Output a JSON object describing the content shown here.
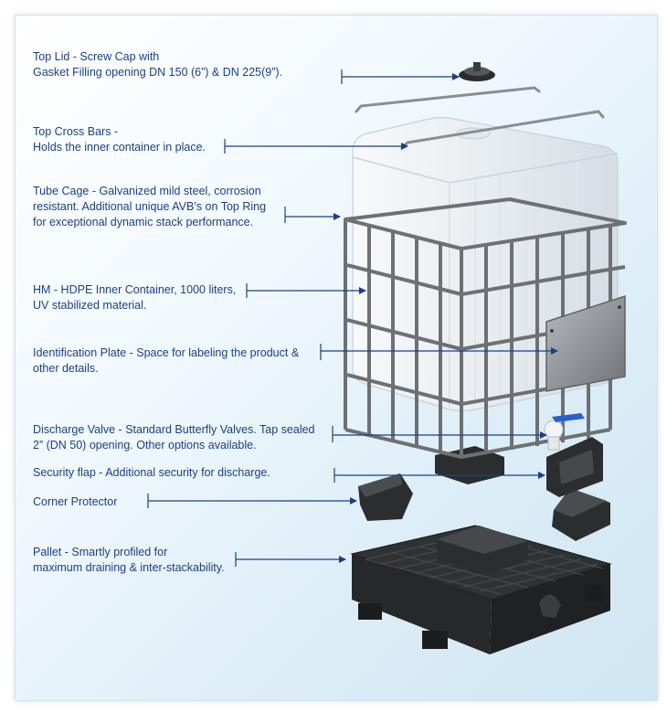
{
  "callouts": [
    {
      "id": "top-lid",
      "lines": [
        "Top Lid - Screw Cap with",
        "Gasket Filling opening DN 150 (6”) & DN 225(9”)."
      ]
    },
    {
      "id": "top-cross-bars",
      "lines": [
        "Top Cross Bars -",
        "Holds the inner container in place."
      ]
    },
    {
      "id": "tube-cage",
      "lines": [
        "Tube Cage - Galvanized mild steel, corrosion",
        "resistant. Additional unique AVB’s on Top Ring",
        "for exceptional dynamic stack performance."
      ]
    },
    {
      "id": "inner-container",
      "lines": [
        "HM - HDPE Inner Container, 1000 liters,",
        "UV stabilized material."
      ]
    },
    {
      "id": "identification-plate",
      "lines": [
        "Identification Plate - Space for labeling the product &",
        "other details."
      ]
    },
    {
      "id": "discharge-valve",
      "lines": [
        "Discharge Valve - Standard Butterfly Valves. Tap sealed",
        "2” (DN 50) opening. Other options available."
      ]
    },
    {
      "id": "security-flap",
      "lines": [
        "Security flap - Additional security for discharge."
      ]
    },
    {
      "id": "corner-protector",
      "lines": [
        "Corner Protector"
      ]
    },
    {
      "id": "pallet",
      "lines": [
        "Pallet - Smartly profiled for",
        "maximum draining & inter-stackability."
      ]
    }
  ],
  "colors": {
    "text": "#1b3f86",
    "leader": "#1b3f86",
    "tank": "#eef2f5",
    "cage": "#6d7074",
    "plastic": "#2a2c2e",
    "plate": "#8e9196",
    "valve": "#2a5fd0"
  },
  "icons": {
    "cap": "screw-cap-icon",
    "valve": "butterfly-valve-icon"
  }
}
